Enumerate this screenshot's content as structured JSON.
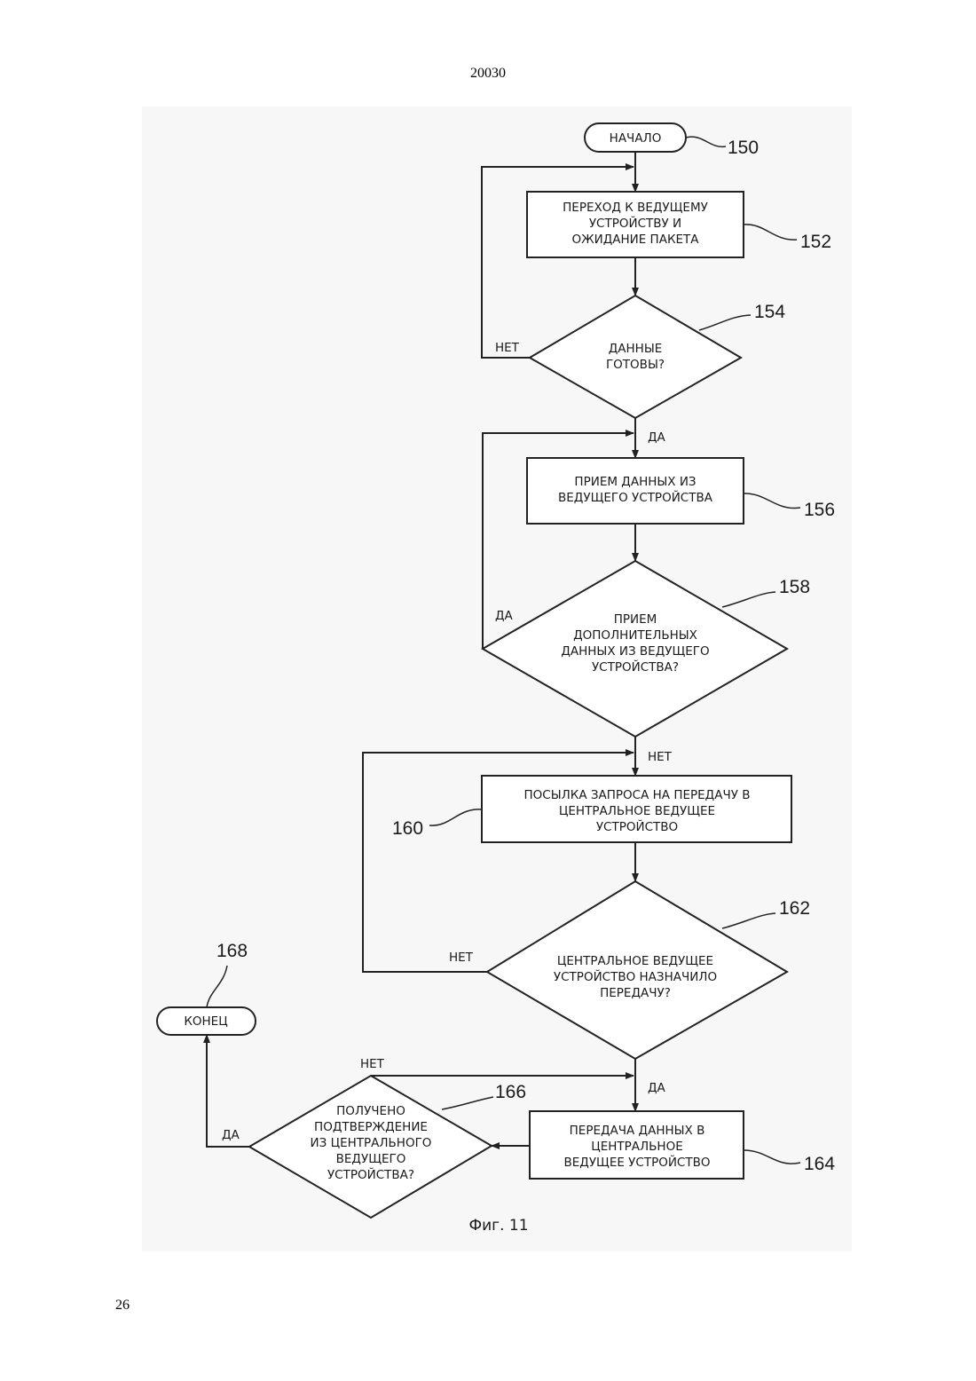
{
  "doc": {
    "header": "20030",
    "page_number": "26"
  },
  "figure": {
    "caption": "Фиг. 11"
  },
  "nodes": {
    "start": {
      "text": "НАЧАЛО",
      "ref": "150"
    },
    "n152": {
      "lines": [
        "ПЕРЕХОД К ВЕДУЩЕМУ",
        "УСТРОЙСТВУ И",
        "ОЖИДАНИЕ ПАКЕТА"
      ],
      "ref": "152"
    },
    "n154": {
      "lines": [
        "ДАННЫЕ",
        "ГОТОВЫ?"
      ],
      "ref": "154",
      "no": "НЕТ",
      "yes": "ДА"
    },
    "n156": {
      "lines": [
        "ПРИЕМ ДАННЫХ ИЗ",
        "ВЕДУЩЕГО УСТРОЙСТВА"
      ],
      "ref": "156"
    },
    "n158": {
      "lines": [
        "ПРИЕМ",
        "ДОПОЛНИТЕЛЬНЫХ",
        "ДАННЫХ ИЗ ВЕДУЩЕГО",
        "УСТРОЙСТВА?"
      ],
      "ref": "158",
      "yes": "ДА",
      "no": "НЕТ"
    },
    "n160": {
      "lines": [
        "ПОСЫЛКА ЗАПРОСА НА ПЕРЕДАЧУ В",
        "ЦЕНТРАЛЬНОЕ ВЕДУЩЕЕ",
        "УСТРОЙСТВО"
      ],
      "ref": "160"
    },
    "n162": {
      "lines": [
        "ЦЕНТРАЛЬНОЕ ВЕДУЩЕЕ",
        "УСТРОЙСТВО НАЗНАЧИЛО",
        "ПЕРЕДАЧУ?"
      ],
      "ref": "162",
      "no": "НЕТ",
      "yes": "ДА"
    },
    "n164": {
      "lines": [
        "ПЕРЕДАЧА ДАННЫХ В",
        "ЦЕНТРАЛЬНОЕ",
        "ВЕДУЩЕЕ УСТРОЙСТВО"
      ],
      "ref": "164"
    },
    "n166": {
      "lines": [
        "ПОЛУЧЕНО",
        "ПОДТВЕРЖДЕНИЕ",
        "ИЗ ЦЕНТРАЛЬНОГО",
        "ВЕДУЩЕГО",
        "УСТРОЙСТВА?"
      ],
      "ref": "166",
      "no": "НЕТ",
      "yes": "ДА"
    },
    "end": {
      "text": "КОНЕЦ",
      "ref": "168"
    }
  }
}
